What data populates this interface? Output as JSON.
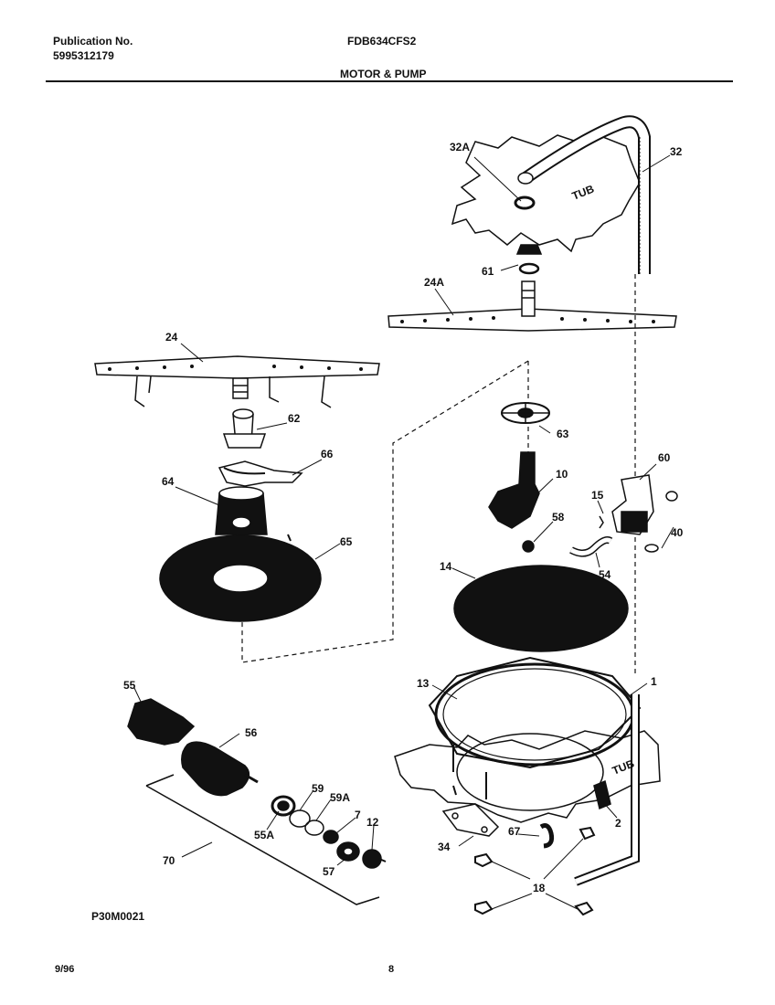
{
  "header": {
    "publication_label": "Publication No.",
    "publication_number": "5995312179",
    "model": "FDB634CFS2",
    "section_title": "MOTOR & PUMP"
  },
  "diagram": {
    "tub_label_top": "TUB",
    "tub_label_bottom": "TUB",
    "callouts": {
      "c32A": "32A",
      "c32": "32",
      "c61": "61",
      "c24A": "24A",
      "c24": "24",
      "c62": "62",
      "c63": "63",
      "c66": "66",
      "c64": "64",
      "c10": "10",
      "c60": "60",
      "c15": "15",
      "c58": "58",
      "c40": "40",
      "c65": "65",
      "c14": "14",
      "c54": "54",
      "c55": "55",
      "c56": "56",
      "c13": "13",
      "c1": "1",
      "c59": "59",
      "c59A": "59A",
      "c7": "7",
      "c12": "12",
      "c55A": "55A",
      "c57": "57",
      "c70": "70",
      "c2": "2",
      "c34": "34",
      "c67": "67",
      "c18": "18"
    },
    "drawing_code": "P30M0021"
  },
  "footer": {
    "date": "9/96",
    "page": "8"
  }
}
